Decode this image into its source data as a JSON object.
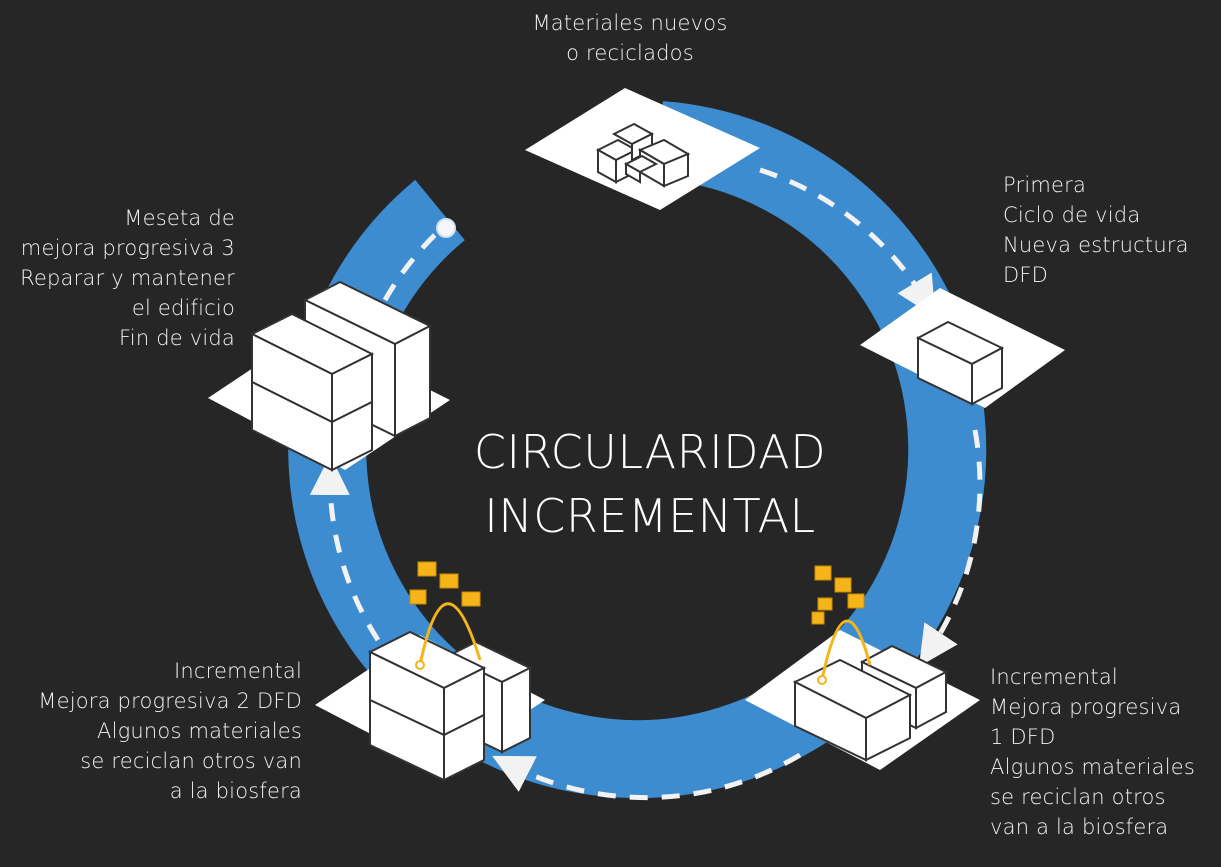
{
  "title": {
    "lines": [
      "CIRCULARIDAD",
      "INCREMENTAL"
    ]
  },
  "stages": {
    "materials": {
      "lines": [
        "Materiales nuevos",
        "o reciclados"
      ]
    },
    "first": {
      "lines": [
        "Primera",
        "Ciclo de vida",
        "Nueva estructura",
        "DFD"
      ]
    },
    "incremental1": {
      "lines": [
        "Incremental",
        "Mejora progresiva",
        "1 DFD",
        "Algunos materiales",
        "se reciclan otros",
        "van a la biosfera"
      ]
    },
    "incremental2": {
      "lines": [
        "Incremental",
        "Mejora progresiva 2 DFD",
        "Algunos materiales",
        "se reciclan otros van",
        "a la biosfera"
      ]
    },
    "plateau3": {
      "lines": [
        "Meseta de",
        "mejora progresiva 3",
        "Reparar y mantener",
        "el edificio",
        "Fin de vida"
      ]
    }
  },
  "colors": {
    "background": "#262626",
    "ring": "#3d8ccf",
    "arrow": "#f2f2f2",
    "block": "#ffffff",
    "outline": "#333333",
    "material_box": "#f4b41a"
  }
}
